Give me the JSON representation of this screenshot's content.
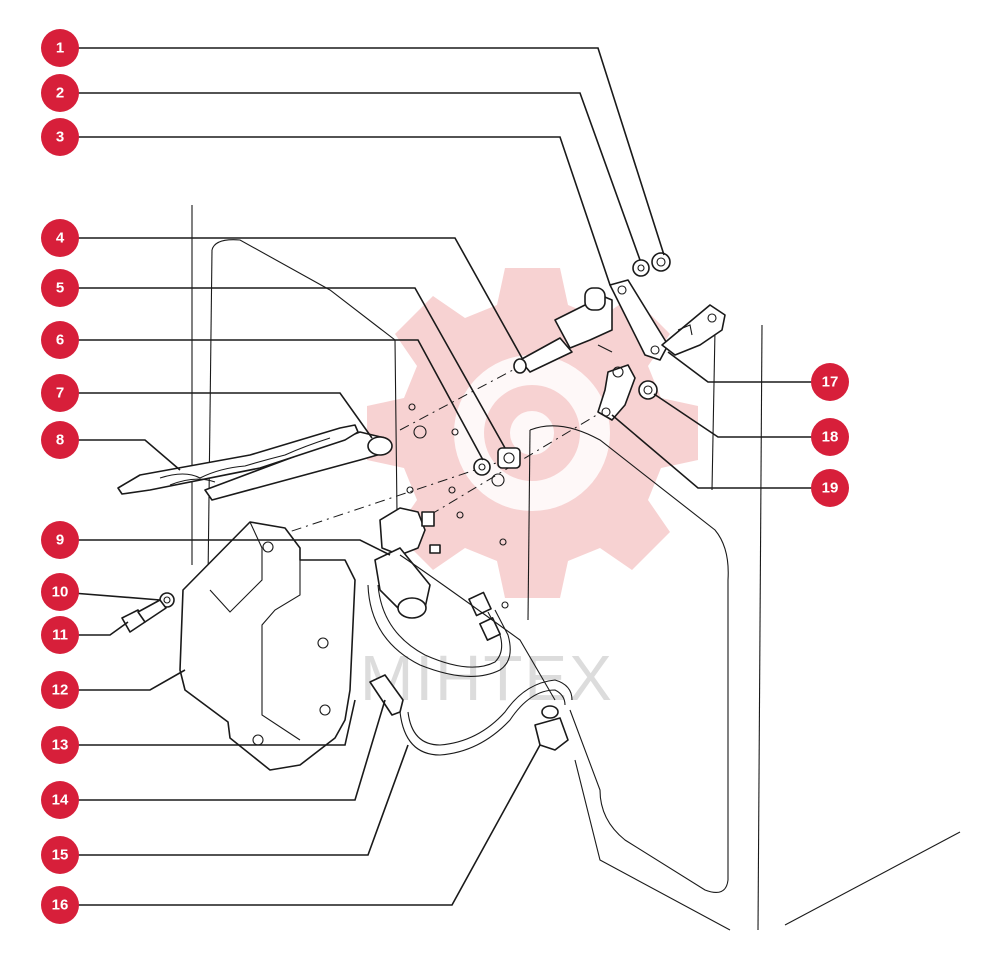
{
  "diagram": {
    "callouts": [
      "1",
      "2",
      "3",
      "4",
      "5",
      "6",
      "7",
      "8",
      "9",
      "10",
      "11",
      "12",
      "13",
      "14",
      "15",
      "16",
      "17",
      "18",
      "19"
    ],
    "watermark": "MIHTEX",
    "colors": {
      "callout": "#d71f3a",
      "watermark_gear": "#f7d2d2",
      "line": "#1a1a1a"
    }
  }
}
